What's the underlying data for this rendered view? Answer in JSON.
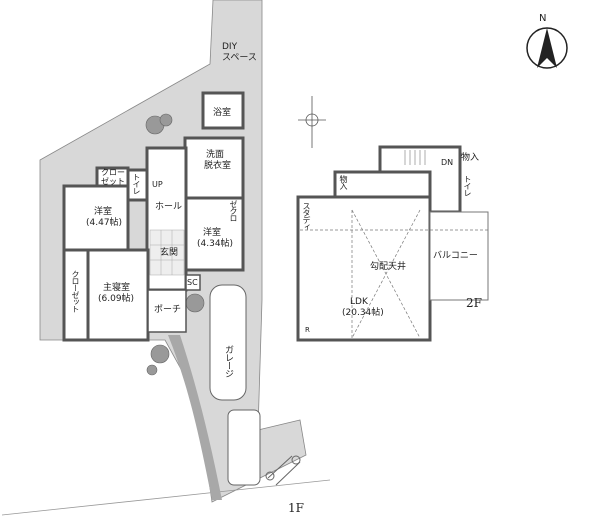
{
  "floor1": {
    "label": "1F",
    "diy_space": [
      "DIY",
      "スペース"
    ],
    "rooms": {
      "bath": "浴室",
      "washroom": [
        "洗面",
        "脱衣室"
      ],
      "closet_top": [
        "クロー",
        "ゼット"
      ],
      "toilet": "トイレ",
      "up": "UP",
      "hall": "ホール",
      "western_a": [
        "洋室",
        "(4.47帖)"
      ],
      "western_b": [
        "洋室",
        "(4.34帖)"
      ],
      "closet_b": "ゼクロ",
      "entrance": "玄関",
      "sc": "SC",
      "master_closet": "クローゼット",
      "master": [
        "主寝室",
        "(6.09帖)"
      ],
      "porch": "ポーチ",
      "garage": "ガレージ"
    }
  },
  "floor2": {
    "label": "2F",
    "rooms": {
      "dn": "DN",
      "storage_top": "物入",
      "storage_left": "物入",
      "toilet": "トイレ",
      "study": "スタディ",
      "vaulted": "勾配天井",
      "ldk": [
        "LDK",
        "(20.34帖)"
      ],
      "balcony": "バルコニー",
      "fridge": "R"
    }
  },
  "compass": {
    "north": "N"
  },
  "colors": {
    "lot": "#d8d8d8",
    "wall": "#555555",
    "path": "#a8a8a8"
  }
}
